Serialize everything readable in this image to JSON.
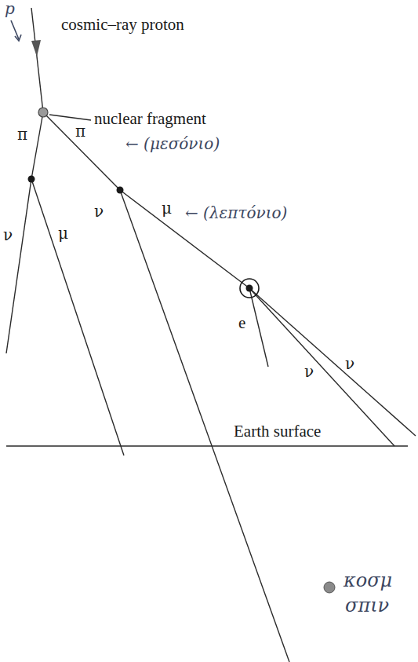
{
  "diagram": {
    "labels": [
      "p",
      "cosmic–ray proton",
      "nuclear fragment",
      "π",
      "π",
      "← (μεσόνιο)",
      "ν",
      "μ",
      "ν",
      "μ",
      "← (λεπτόνιο)",
      "e",
      "ν",
      "ν",
      "Earth surface",
      "κοσμ",
      "σπιν"
    ]
  }
}
